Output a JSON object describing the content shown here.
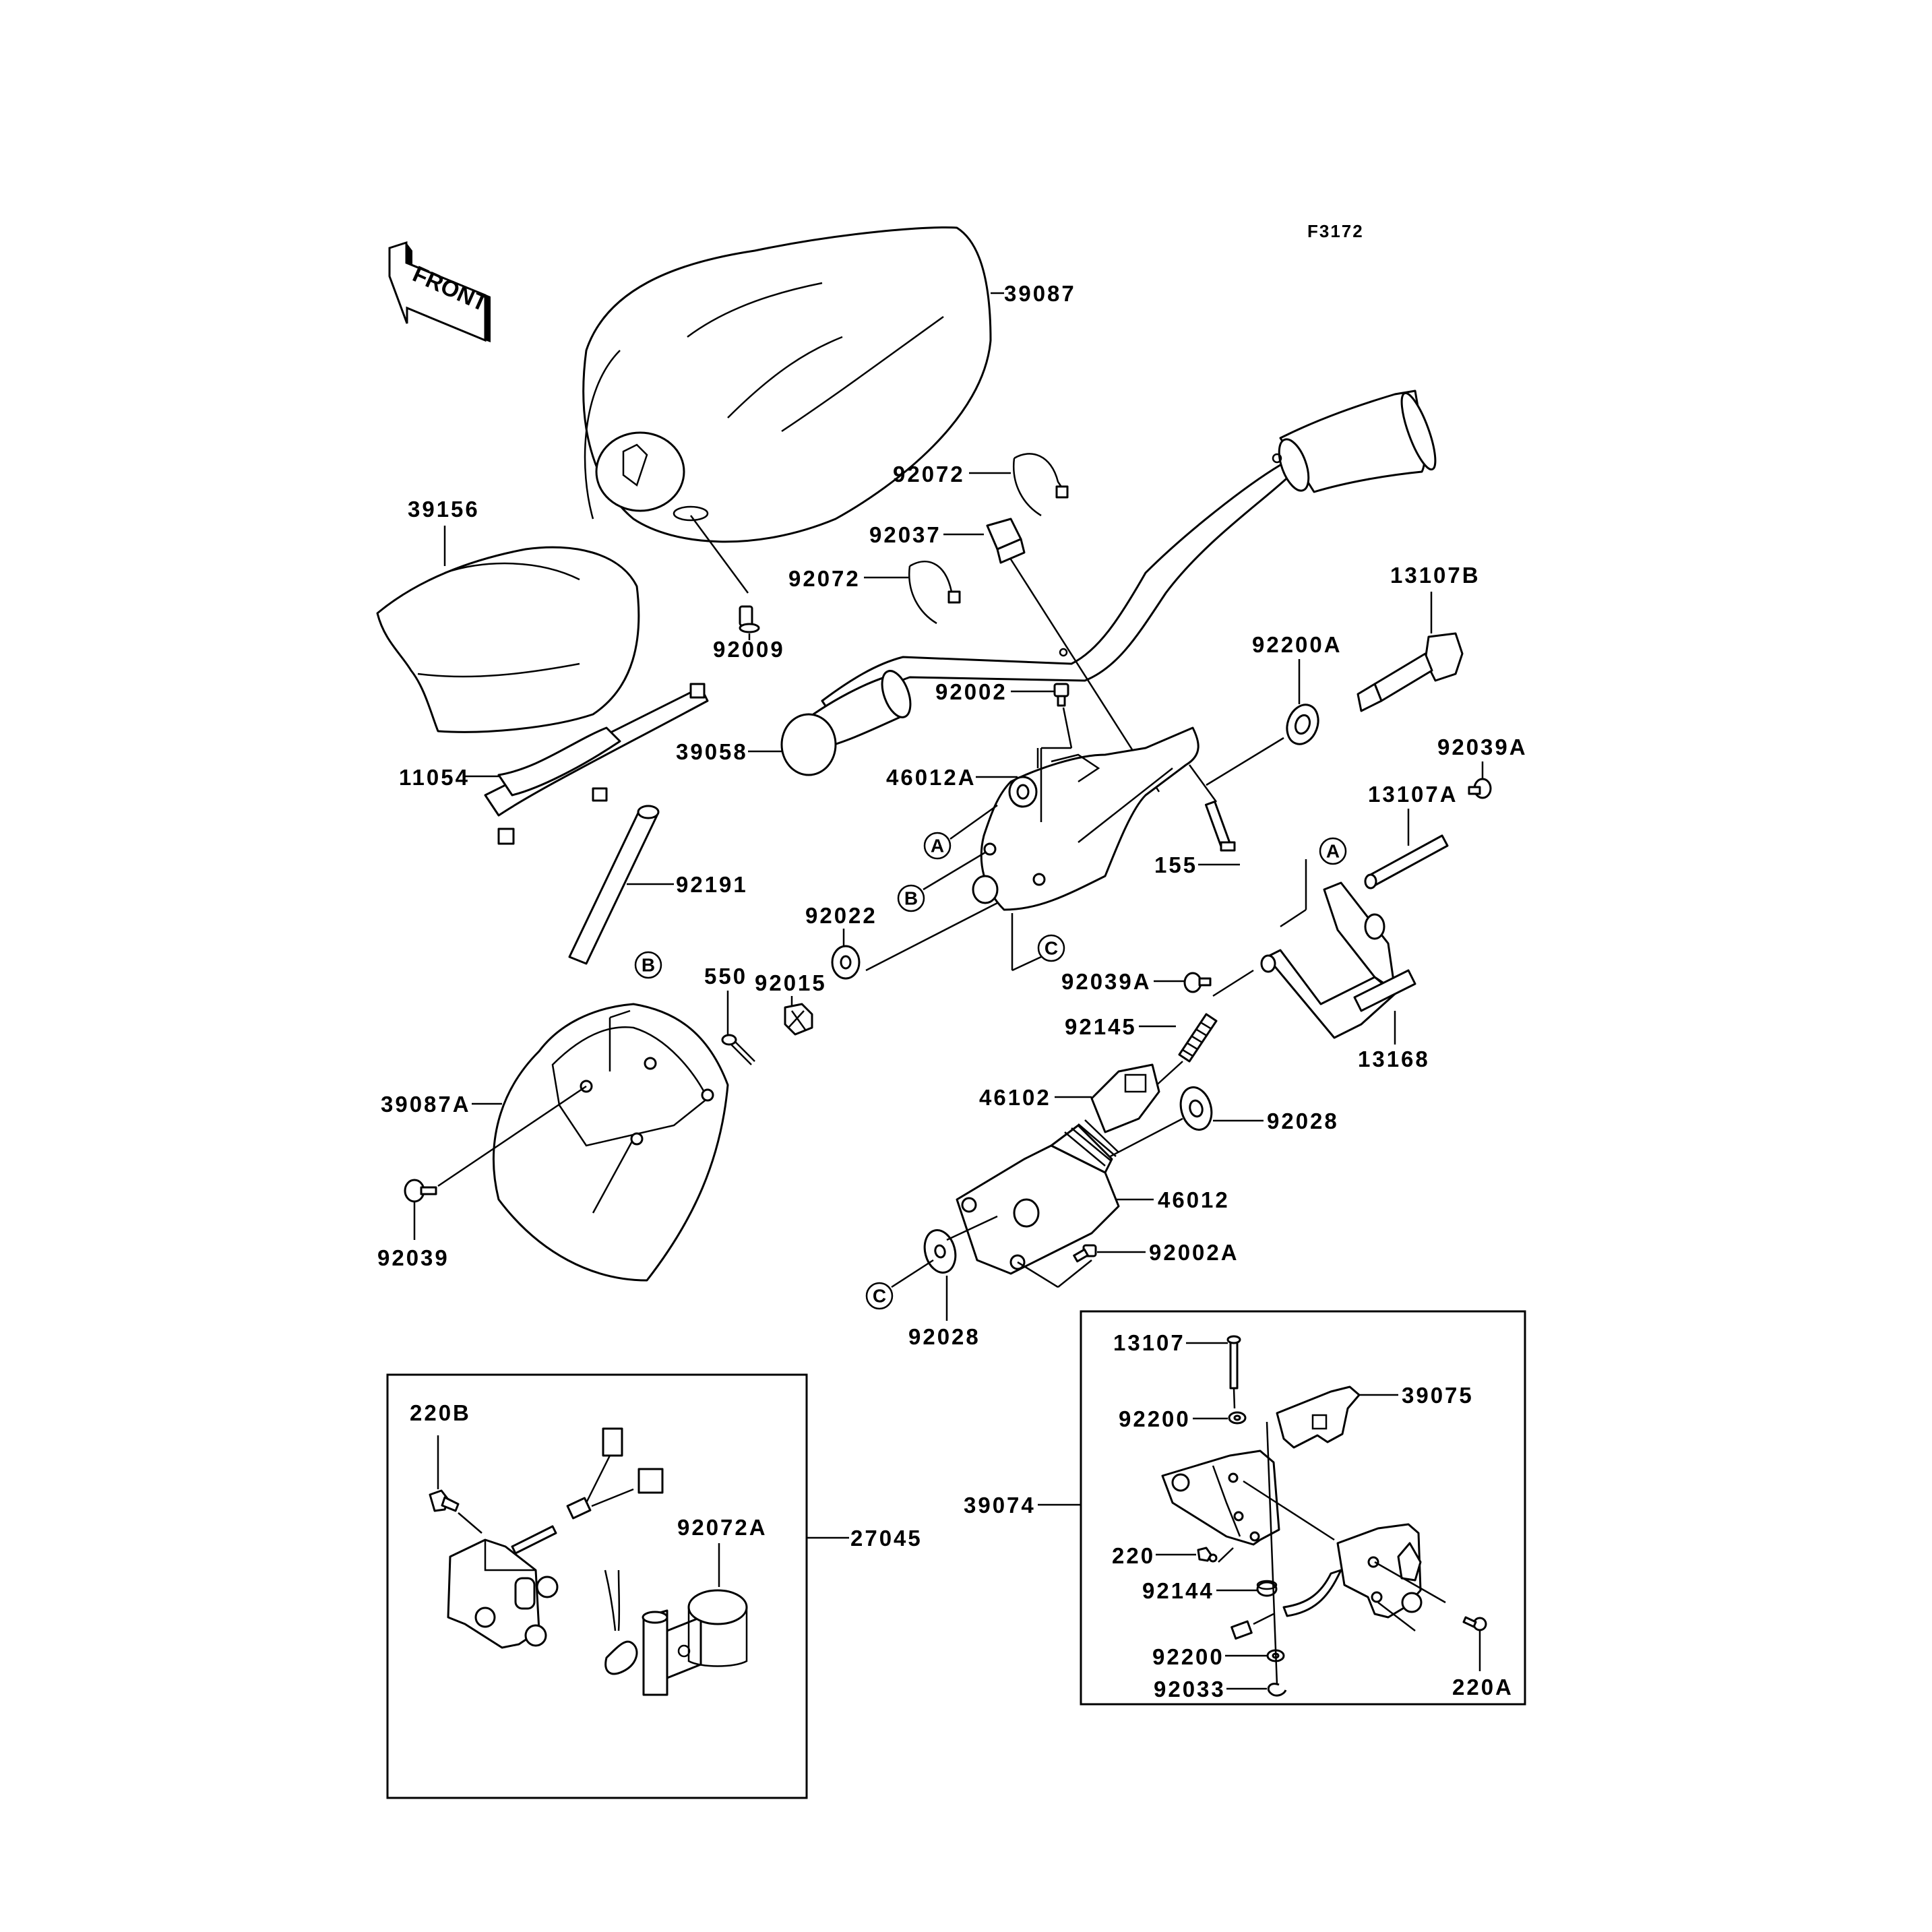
{
  "figure_code": "F3172",
  "front_indicator": "FRONT",
  "parts": {
    "p39087": "39087",
    "p39156": "39156",
    "p92072_top": "92072",
    "p92037": "92037",
    "p92072_mid": "92072",
    "p92009": "92009",
    "p13107B": "13107B",
    "p92200A": "92200A",
    "p92002": "92002",
    "p39058": "39058",
    "p11054": "11054",
    "p46012A": "46012A",
    "p92039A_right": "92039A",
    "p13107A": "13107A",
    "p155": "155",
    "p92191": "92191",
    "p92022": "92022",
    "p92015": "92015",
    "p550": "550",
    "p92039A_mid": "92039A",
    "p13168": "13168",
    "p92145": "92145",
    "p39087A": "39087A",
    "p46102": "46102",
    "p92028_right": "92028",
    "p46012": "46012",
    "p92039": "92039",
    "p92002A": "92002A",
    "p92028_bottom": "92028",
    "p220B": "220B",
    "p92072A": "92072A",
    "p27045": "27045",
    "p13107": "13107",
    "p39075": "39075",
    "p92200_top": "92200",
    "p39074": "39074",
    "p220": "220",
    "p92144": "92144",
    "p92200_bottom": "92200",
    "p92033": "92033",
    "p220A": "220A"
  },
  "reference_markers": {
    "A": "A",
    "B": "B",
    "C": "C"
  }
}
